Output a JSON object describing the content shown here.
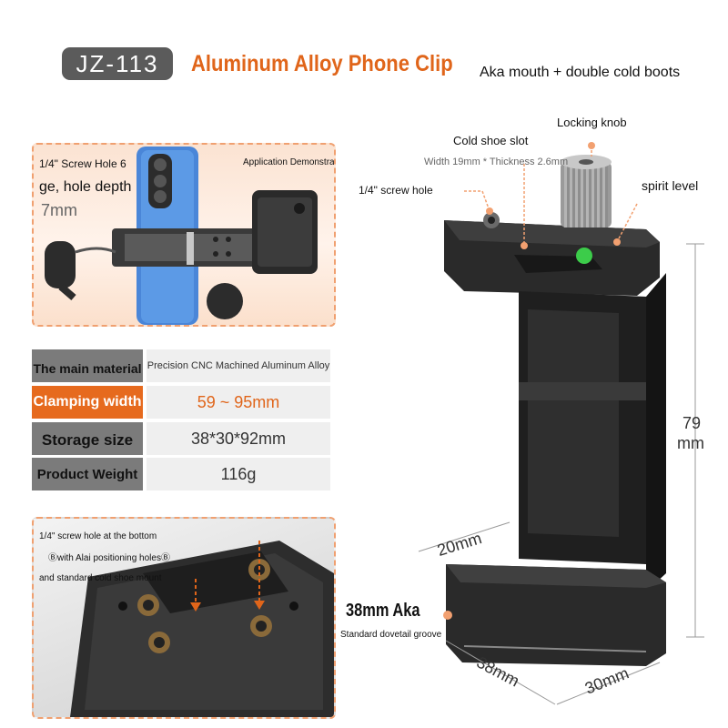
{
  "header": {
    "model": "JZ-113",
    "title": "Aluminum Alloy Phone Clip",
    "subtitle": "Aka mouth + double cold boots"
  },
  "demo": {
    "caption": "Application Demonstration",
    "screw_line1": "1/4\" Screw Hole 6",
    "screw_line2": "ge, hole depth",
    "screw_line3": "7mm"
  },
  "specs": [
    {
      "key": "The main material",
      "value": "Precision CNC Machined Aluminum Alloy"
    },
    {
      "key": "Clamping width",
      "value": "59 ~ 95mm"
    },
    {
      "key": "Storage size",
      "value": "38*30*92mm"
    },
    {
      "key": "Product Weight",
      "value": "116g"
    }
  ],
  "bottom_view": {
    "line1": "1/4\" screw hole at the bottom",
    "line2": "with Alai positioning holes",
    "line2_prefix": "Ⓑ",
    "line2_suffix": "Ⓑ",
    "line3": "and standard cold shoe mount"
  },
  "product": {
    "locking_knob": "Locking knob",
    "cold_shoe_slot": "Cold shoe slot",
    "slot_size": "Width 19mm * Thickness 2.6mm",
    "screw_hole": "1/4\" screw hole",
    "spirit_level": "spirit level",
    "height_value": "79",
    "height_unit": "mm",
    "depth": "20mm",
    "width": "38mm",
    "thickness": "30mm",
    "aka_title": "38mm Aka",
    "aka_sub": "Standard dovetail groove"
  },
  "colors": {
    "accent": "#e0651a",
    "badge": "#5b5b5b",
    "dashed_border": "#f0a070",
    "clip_body": "#2a2a2a"
  }
}
